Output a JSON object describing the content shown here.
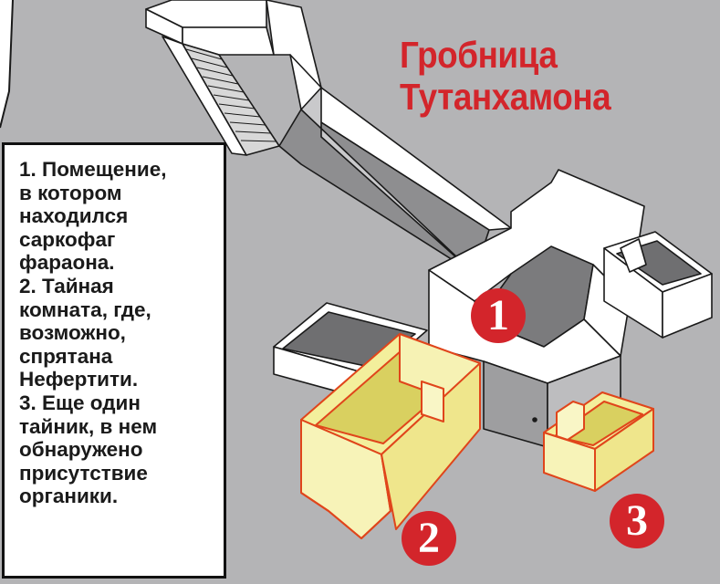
{
  "title": [
    "Гробница",
    "Тутанхамона"
  ],
  "legend": [
    "1. Помещение,",
    "в котором",
    "находился",
    "саркофаг",
    "фараона.",
    "2. Тайная",
    "комната, где,",
    "возможно,",
    "спрятана",
    "Нефертити.",
    "3. Еще один",
    "тайник, в нем",
    "обнаружено",
    "присутствие",
    "органики."
  ],
  "markers": [
    "1",
    "2",
    "3"
  ],
  "colors": {
    "background": "#b4b4b6",
    "title": "#d3252b",
    "marker": "#d3252b",
    "highlight_fill": "#f3ef9c",
    "highlight_stroke": "#e0451b",
    "wall_fill": "#ffffff",
    "outline": "#1a1a1a"
  }
}
